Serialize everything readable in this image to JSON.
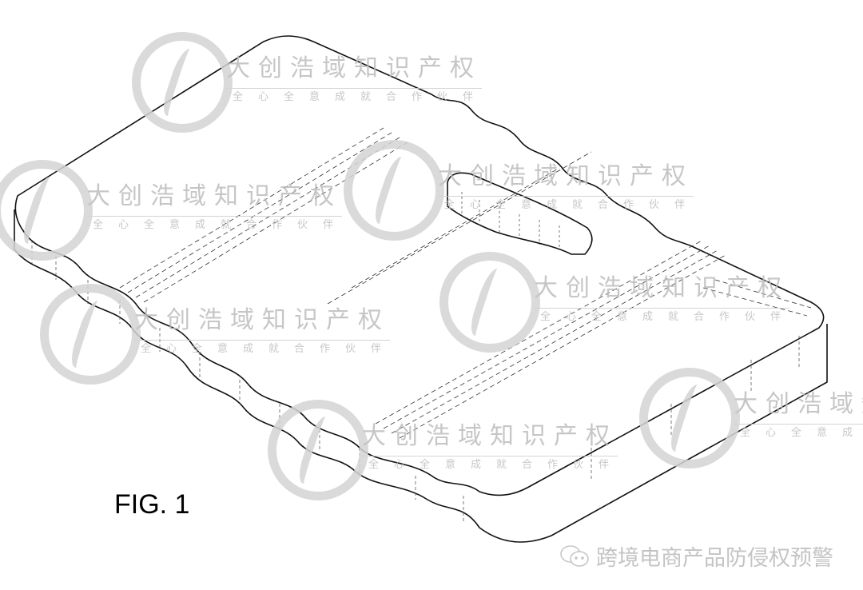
{
  "figure_label": "FIG. 1",
  "watermark": {
    "title": "大创浩域知识产权",
    "subtitle": "全心全意成就合作伙伴"
  },
  "footer": {
    "icon": "wechat-icon",
    "text": "跨境电商产品防侵权预警"
  }
}
